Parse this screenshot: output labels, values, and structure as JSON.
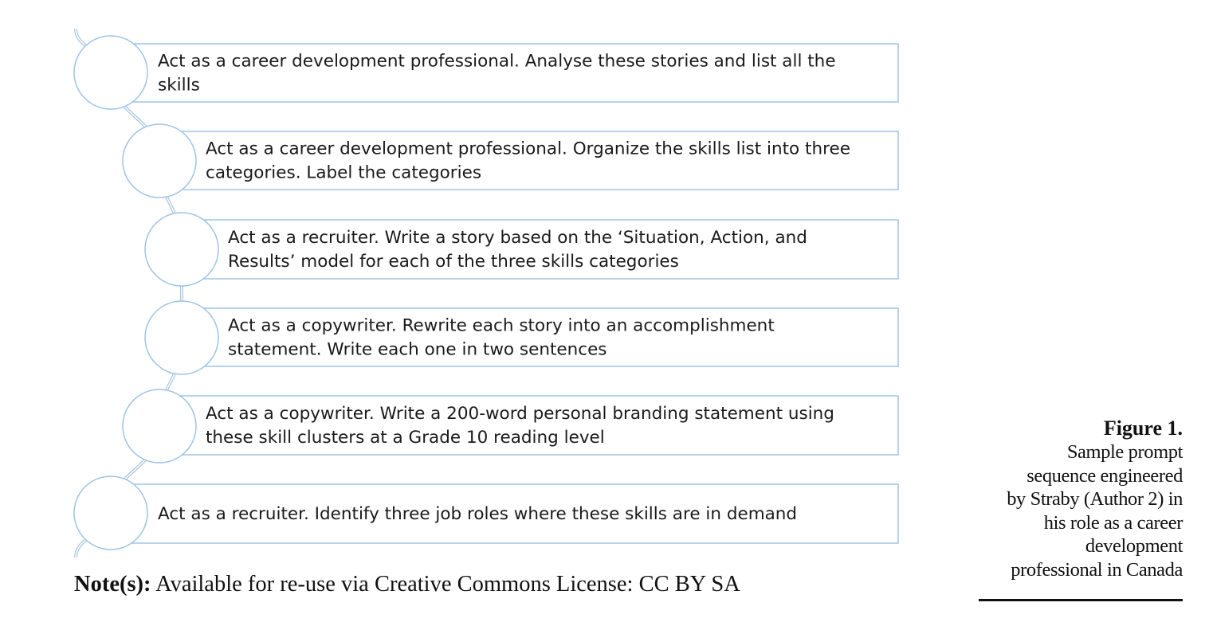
{
  "steps": [
    {
      "lines": [
        "Act as a career development professional. Analyse these stories and list all the",
        "skills"
      ]
    },
    {
      "lines": [
        "Act as a career development professional. Organize the skills list into three",
        "categories. Label the categories"
      ]
    },
    {
      "lines": [
        "Act as a recruiter. Write a story based on the ‘Situation, Action, and",
        "Results’ model for each of the three skills categories"
      ]
    },
    {
      "lines": [
        "Act as a copywriter. Rewrite each story into an accomplishment",
        "statement. Write each one in two sentences"
      ]
    },
    {
      "lines": [
        "Act as a copywriter. Write a 200-word personal branding statement using",
        "these skill clusters at a Grade 10 reading level"
      ]
    },
    {
      "lines": [
        "Act as a recruiter. Identify three job roles where these skills are in demand"
      ]
    }
  ],
  "note": {
    "label": "Note(s):",
    "text": " Available for re-use via Creative Commons License: CC BY SA"
  },
  "caption": {
    "figure_label": "Figure 1.",
    "text_lines": [
      "Sample prompt",
      "sequence engineered",
      "by Straby (Author 2) in",
      "his role as a career",
      "development",
      "professional in Canada"
    ]
  },
  "colors": {
    "accent": "#9dc3e6",
    "circle_fill": "#ffffff",
    "text": "#1a1a1a"
  }
}
